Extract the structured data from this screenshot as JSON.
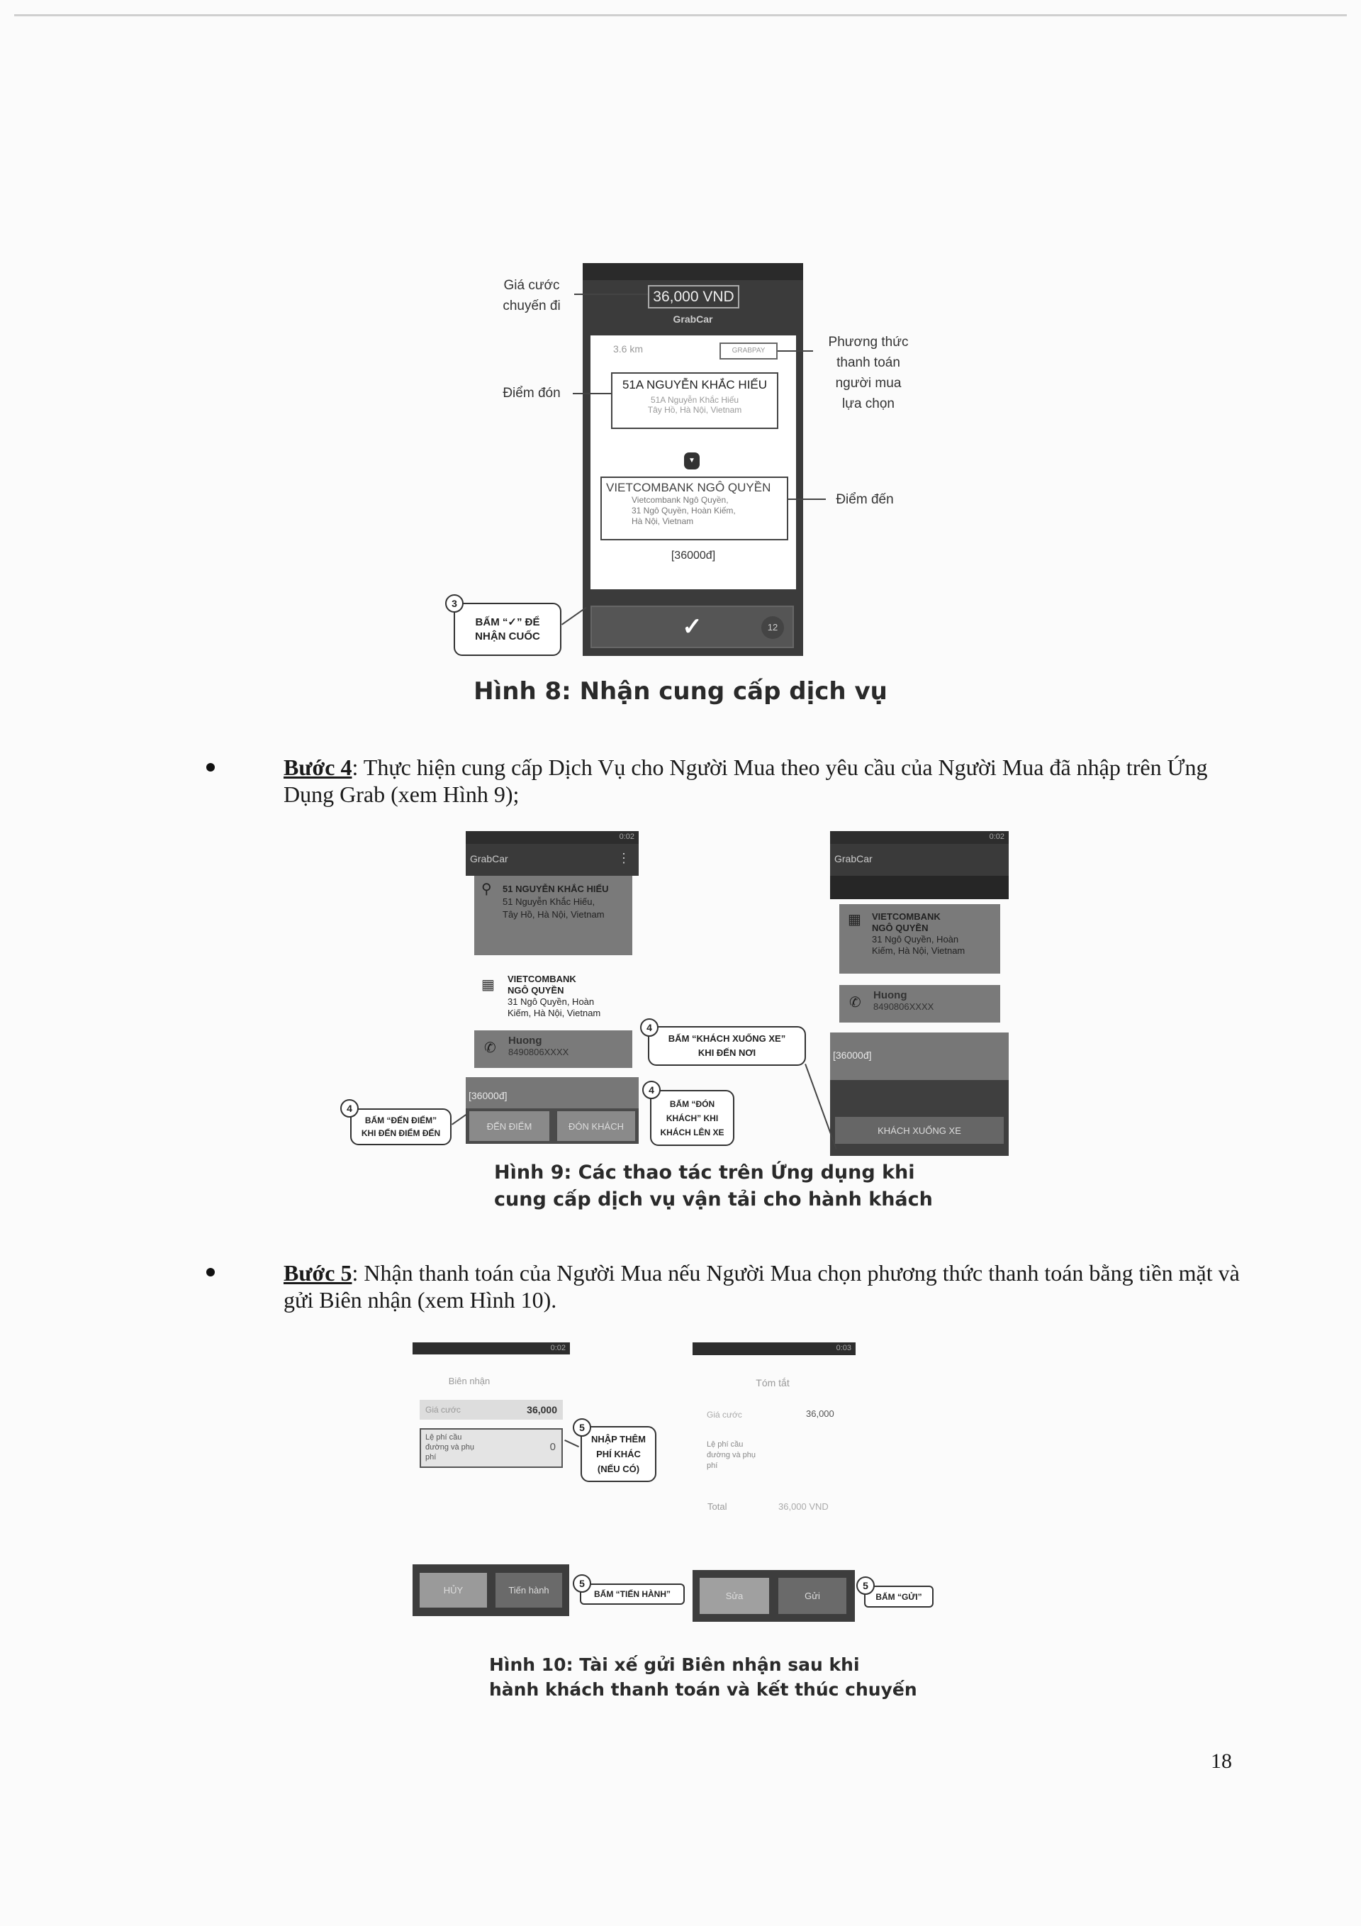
{
  "fig8": {
    "price": "36,000 VND",
    "service": "GrabCar",
    "distance": "3.6 km",
    "payment": "GRABPAY",
    "pickup": {
      "title": "51A NGUYỄN KHẮC HIẾU",
      "line1": "51A Nguyễn Khắc Hiếu",
      "line2": "Tây Hồ, Hà Nội, Vietnam"
    },
    "dest": {
      "title": "VIETCOMBANK NGÔ QUYỀN",
      "line1": "Vietcombank Ngô Quyền,",
      "line2": "31 Ngô Quyền, Hoàn Kiếm,",
      "line3": "Hà Nội, Vietnam"
    },
    "fare": "[36000đ]",
    "countdown": "12",
    "labels": {
      "price_1": "Giá cước",
      "price_2": "chuyến đi",
      "pickup": "Điểm đón",
      "pay_1": "Phương thức",
      "pay_2": "thanh toán",
      "pay_3": "người mua",
      "pay_4": "lựa chọn",
      "dest": "Điểm đến"
    },
    "callout": {
      "num": "3",
      "line1": "BẤM “✓” ĐỂ",
      "line2": "NHẬN CUỐC"
    },
    "caption": "Hình 8: Nhận cung cấp dịch vụ"
  },
  "step4": {
    "label": "Bước 4",
    "text": ": Thực hiện cung cấp Dịch Vụ cho Người Mua theo yêu cầu của Người Mua đã nhập trên Ứng Dụng Grab (xem Hình 9);"
  },
  "fig9": {
    "left": {
      "time": "0:02",
      "app": "GrabCar",
      "pickup_title": "51 NGUYỄN KHẮC HIẾU",
      "pickup_l1": "51 Nguyễn Khắc Hiếu,",
      "pickup_l2": "Tây Hồ, Hà Nội, Vietnam",
      "dest_t1": "VIETCOMBANK",
      "dest_t2": "NGÔ QUYỀN",
      "dest_l1": "31 Ngô Quyền, Hoàn",
      "dest_l2": "Kiếm, Hà Nội, Vietnam",
      "name": "Huong",
      "phone": "8490806XXXX",
      "fare": "[36000đ]",
      "btn1": "ĐẾN ĐIỂM",
      "btn2": "ĐÓN KHÁCH"
    },
    "right": {
      "time": "0:02",
      "app": "GrabCar",
      "dest_t1": "VIETCOMBANK",
      "dest_t2": "NGÔ QUYỀN",
      "dest_l1": "31 Ngô Quyền, Hoàn",
      "dest_l2": "Kiếm, Hà Nội, Vietnam",
      "name": "Huong",
      "phone": "8490806XXXX",
      "fare": "[36000đ]",
      "btn": "KHÁCH XUỐNG XE"
    },
    "callouts": {
      "num": "4",
      "den_diem_1": "BẤM “ĐẾN ĐIỂM”",
      "den_diem_2": "KHI ĐẾN ĐIỂM ĐẾN",
      "don_1": "BẤM “ĐÓN",
      "don_2": "KHÁCH” KHI",
      "don_3": "KHÁCH LÊN XE",
      "xuong_1": "BẤM “KHÁCH XUỐNG XE”",
      "xuong_2": "KHI ĐẾN NƠI"
    },
    "caption_1": "Hình 9: Các thao tác trên Ứng dụng khi",
    "caption_2": "cung cấp dịch vụ vận tải cho hành khách"
  },
  "step5": {
    "label": "Bước 5",
    "text": ": Nhận thanh toán của Người Mua nếu Người Mua chọn phương thức thanh toán bằng tiền mặt và gửi Biên nhận (xem Hình 10)."
  },
  "fig10": {
    "left": {
      "time": "0:02",
      "title": "Biên nhận",
      "fare_label": "Giá cước",
      "fare": "36,000",
      "fee_label": "Lệ phí cầu đường và phụ phí",
      "fee": "0",
      "cancel": "HỦY",
      "proceed": "Tiến hành"
    },
    "right": {
      "time": "0:03",
      "title": "Tóm tắt",
      "fare_label": "Giá cước",
      "fare": "36,000",
      "fee_label": "Lệ phí cầu đường và phụ phí",
      "total_label": "Total",
      "total": "36,000 VND",
      "edit": "Sửa",
      "send": "Gửi"
    },
    "callouts": {
      "num": "5",
      "fee_1": "NHẬP THÊM",
      "fee_2": "PHÍ KHÁC",
      "fee_3": "(NẾU CÓ)",
      "proceed": "BẤM “TIẾN HÀNH”",
      "send": "BẤM “GỬI”"
    },
    "caption_1": "Hình 10: Tài xế gửi Biên nhận sau khi",
    "caption_2": "hành khách thanh toán và kết thúc chuyến"
  },
  "page_number": "18"
}
